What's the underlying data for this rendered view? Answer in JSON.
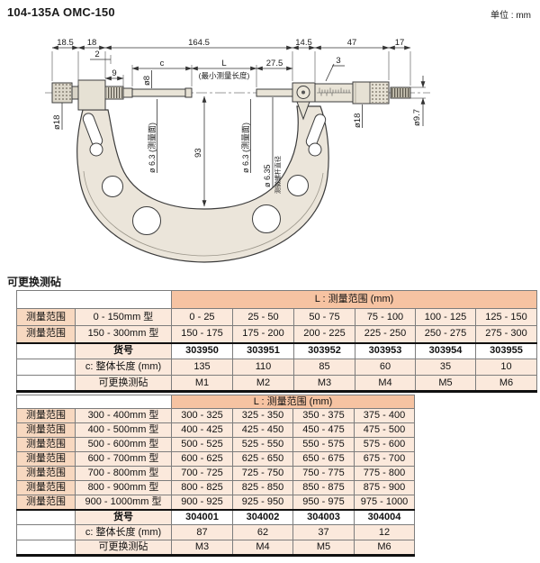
{
  "page": {
    "title": "104-135A  OMC-150",
    "unit": "单位 : mm"
  },
  "colors": {
    "table_header_band": "#F6C3A2",
    "table_cell_light": "#FBE9DC",
    "table_col1": "#F7D8C0",
    "frame_fill": "#EBE5DA",
    "metal_fill": "#E6E1D4"
  },
  "drawing": {
    "dims_top": [
      "18.5",
      "18",
      "164.5",
      "14.5",
      "47",
      "17"
    ],
    "dim_2": "2",
    "dim_3": "3",
    "dim_c": "c",
    "dim_L": "L",
    "min_length_note": "(最小测量长度)",
    "dim_27_5": "27.5",
    "dim_9": "9",
    "label_d8": "ø8",
    "label_d18_left": "ø18",
    "label_d63_left": "ø 6.3 (测量面)",
    "dim_93": "93",
    "label_d63_right": "ø 6.3 (测量面)",
    "label_d635": "ø 6.35",
    "label_spindle_dia": "测微螺杆直径",
    "label_d18_right": "ø18",
    "label_d97": "ø9.7"
  },
  "section_heading": "可更换测砧",
  "t1": {
    "band": "L : 测量范围 (mm)",
    "rows": [
      {
        "label": "测量范围",
        "type": "0 - 150mm 型",
        "v": [
          "0 - 25",
          "25 - 50",
          "50 - 75",
          "75 - 100",
          "100 - 125",
          "125 - 150"
        ]
      },
      {
        "label": "测量范围",
        "type": "150 - 300mm 型",
        "v": [
          "150 - 175",
          "175 - 200",
          "200 - 225",
          "225 - 250",
          "250 - 275",
          "275 - 300"
        ]
      }
    ],
    "order": {
      "label": "货号",
      "v": [
        "303950",
        "303951",
        "303952",
        "303953",
        "303954",
        "303955"
      ]
    },
    "len": {
      "label": "c: 整体长度 (mm)",
      "v": [
        "135",
        "110",
        "85",
        "60",
        "35",
        "10"
      ]
    },
    "anvil": {
      "label": "可更换测砧",
      "v": [
        "M1",
        "M2",
        "M3",
        "M4",
        "M5",
        "M6"
      ]
    }
  },
  "t2": {
    "band": "L : 测量范围 (mm)",
    "rows": [
      {
        "label": "测量范围",
        "type": "300 - 400mm 型",
        "v": [
          "300 - 325",
          "325 - 350",
          "350 - 375",
          "375 - 400"
        ]
      },
      {
        "label": "测量范围",
        "type": "400 - 500mm 型",
        "v": [
          "400 - 425",
          "425 - 450",
          "450 - 475",
          "475 - 500"
        ]
      },
      {
        "label": "测量范围",
        "type": "500 - 600mm 型",
        "v": [
          "500 - 525",
          "525 - 550",
          "550 - 575",
          "575 - 600"
        ]
      },
      {
        "label": "测量范围",
        "type": "600 - 700mm 型",
        "v": [
          "600 - 625",
          "625 - 650",
          "650 - 675",
          "675 - 700"
        ]
      },
      {
        "label": "测量范围",
        "type": "700 - 800mm 型",
        "v": [
          "700 - 725",
          "725 - 750",
          "750 - 775",
          "775 - 800"
        ]
      },
      {
        "label": "测量范围",
        "type": "800 - 900mm 型",
        "v": [
          "800 - 825",
          "825 - 850",
          "850 - 875",
          "875 - 900"
        ]
      },
      {
        "label": "测量范围",
        "type": "900 - 1000mm 型",
        "v": [
          "900 - 925",
          "925 - 950",
          "950 - 975",
          "975 - 1000"
        ]
      }
    ],
    "order": {
      "label": "货号",
      "v": [
        "304001",
        "304002",
        "304003",
        "304004"
      ]
    },
    "len": {
      "label": "c: 整体长度 (mm)",
      "v": [
        "87",
        "62",
        "37",
        "12"
      ]
    },
    "anvil": {
      "label": "可更换测砧",
      "v": [
        "M3",
        "M4",
        "M5",
        "M6"
      ]
    }
  }
}
